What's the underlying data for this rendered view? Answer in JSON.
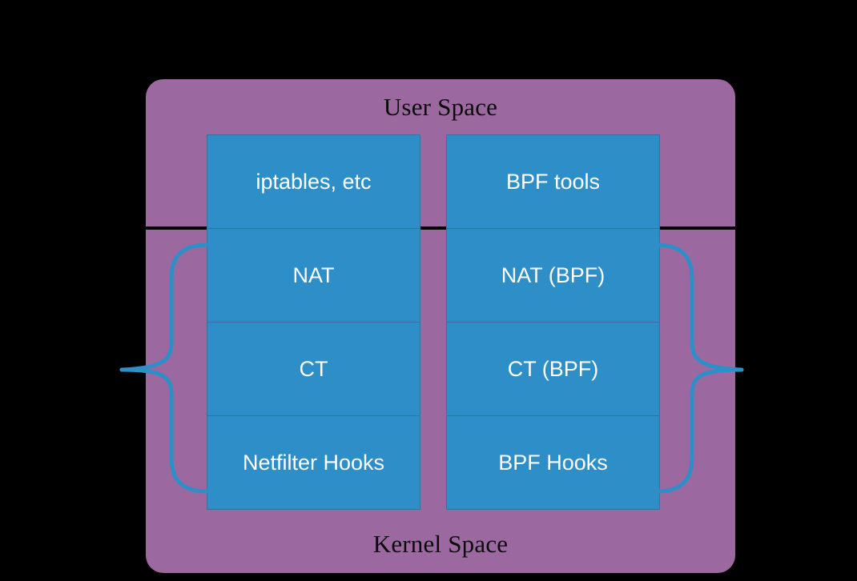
{
  "diagram": {
    "title_top": "User Space",
    "title_bottom": "Kernel Space",
    "colors": {
      "background": "#000000",
      "space_panel": "#9C68A0",
      "cell_fill": "#2E8FC8",
      "cell_border": "#3A6FA0",
      "cell_text": "#FFFFFF",
      "space_label_text": "#0A0A0A",
      "brace": "#2E8FC8"
    },
    "columns": [
      {
        "name": "netfilter-stack",
        "cells": [
          {
            "label": "iptables, etc",
            "space": "user"
          },
          {
            "label": "NAT",
            "space": "kernel"
          },
          {
            "label": "CT",
            "space": "kernel"
          },
          {
            "label": "Netfilter Hooks",
            "space": "kernel"
          }
        ]
      },
      {
        "name": "bpf-stack",
        "cells": [
          {
            "label": "BPF tools",
            "space": "user"
          },
          {
            "label": "NAT (BPF)",
            "space": "kernel"
          },
          {
            "label": "CT (BPF)",
            "space": "kernel"
          },
          {
            "label": "BPF Hooks",
            "space": "kernel"
          }
        ]
      }
    ],
    "braces": [
      {
        "name": "left-brace",
        "side": "left",
        "groups": "NAT, CT, Netfilter Hooks"
      },
      {
        "name": "right-brace",
        "side": "right",
        "groups": "NAT (BPF), CT (BPF), BPF Hooks"
      }
    ]
  }
}
